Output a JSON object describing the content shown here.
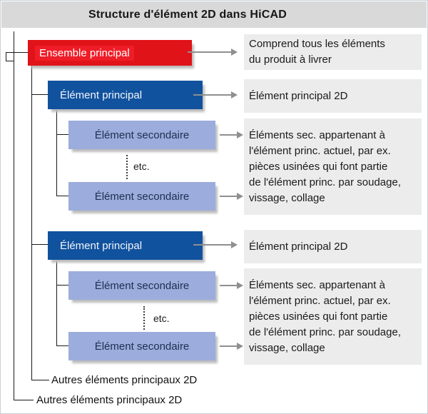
{
  "title": "Structure d'élément 2D dans HiCAD",
  "nodes": {
    "ensemble_principal": "Ensemble principal",
    "element_principal_1": "Élément principal",
    "element_secondaire_1": "Élément secondaire",
    "element_secondaire_2": "Élément secondaire",
    "element_principal_2": "Élément principal",
    "element_secondaire_3": "Élément secondaire",
    "element_secondaire_4": "Élément secondaire",
    "etc_1": "etc.",
    "etc_2": "etc.",
    "autres_1": "Autres éléments principaux 2D",
    "autres_2": "Autres éléments principaux 2D"
  },
  "descriptions": {
    "ensemble": "Comprend tous les éléments\ndu produit à livrer",
    "element_principal_1": "Élément principal 2D",
    "secondaires_1": "Éléments sec. appartenant à\nl'élément princ. actuel, par ex.\npièces usinées qui font partie\nde l'élément princ. par soudage,\nvissage, collage",
    "element_principal_2": "Élément principal 2D",
    "secondaires_2": "Éléments sec. appartenant à\nl'élément princ. actuel, par ex.\npièces usinées qui font partie\nde l'élément princ. par soudage,\nvissage, collage"
  },
  "colors": {
    "assembly_red": "#e01319",
    "assembly_red_highlight": "#ef1d28",
    "main_element_blue": "#11529e",
    "secondary_element_blue": "#9cacdc",
    "secondary_text_navy": "#1d3050",
    "description_bg": "#ececec",
    "title_bar_bg": "#d9d9d9",
    "arrow_gray": "#8f8f8f",
    "tree_line_black": "#1a1a1a"
  }
}
